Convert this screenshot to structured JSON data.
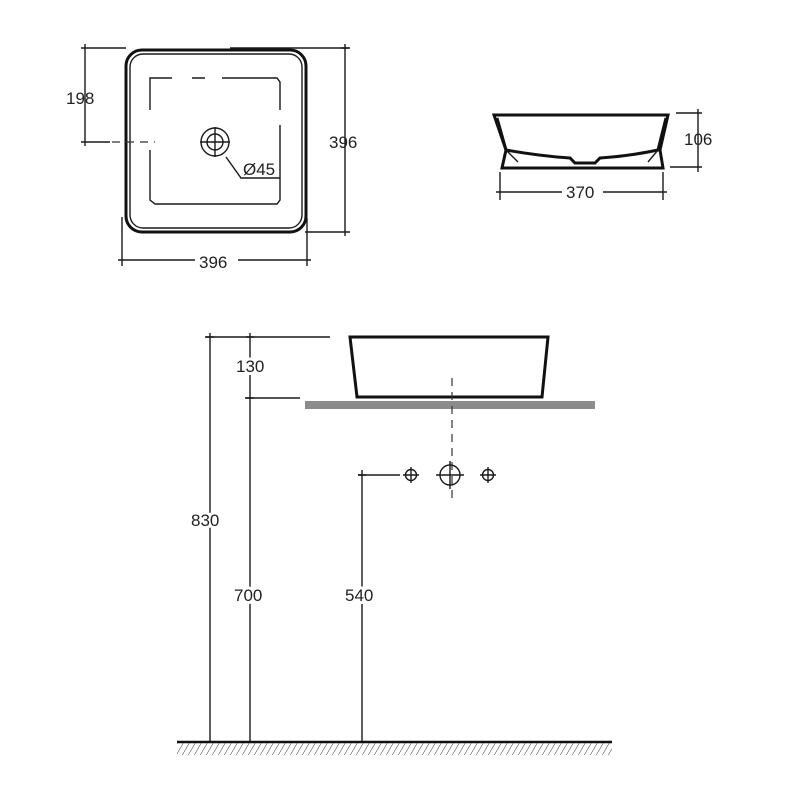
{
  "title": "Square countertop basin technical drawing",
  "colors": {
    "line": "#1a1a1a",
    "countertop": "#8c8c8c"
  },
  "top_view": {
    "depth_to_center": "198",
    "depth": "396",
    "width": "396",
    "drain_diameter": "Ø45"
  },
  "side_view": {
    "height": "106",
    "base_width": "370"
  },
  "elevation": {
    "basin_height": "130",
    "total_height": "830",
    "counter_height": "700",
    "outlet_height": "540"
  }
}
